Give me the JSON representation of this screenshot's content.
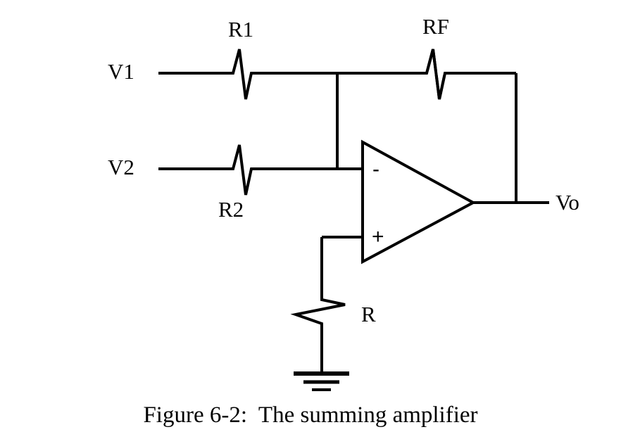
{
  "figure": {
    "caption": "Figure 6-2:  The summing amplifier",
    "title": "The summing amplifier",
    "number": "6-2",
    "background_color": "#ffffff",
    "line_color": "#000000",
    "line_width": 4
  },
  "labels": {
    "v1": "V1",
    "v2": "V2",
    "vo": "Vo",
    "r1": "R1",
    "r2": "R2",
    "rf": "RF",
    "r": "R",
    "minus": "-",
    "plus": "+"
  },
  "circuit": {
    "type": "summing-amplifier",
    "inputs": [
      {
        "name": "V1",
        "series_resistor": "R1"
      },
      {
        "name": "V2",
        "series_resistor": "R2"
      }
    ],
    "output": {
      "name": "Vo"
    },
    "feedback_resistor": "RF",
    "noninverting_resistor": "R",
    "opamp": {
      "inverting_input": "-",
      "noninverting_input": "+"
    },
    "ground": "ground-symbol"
  }
}
